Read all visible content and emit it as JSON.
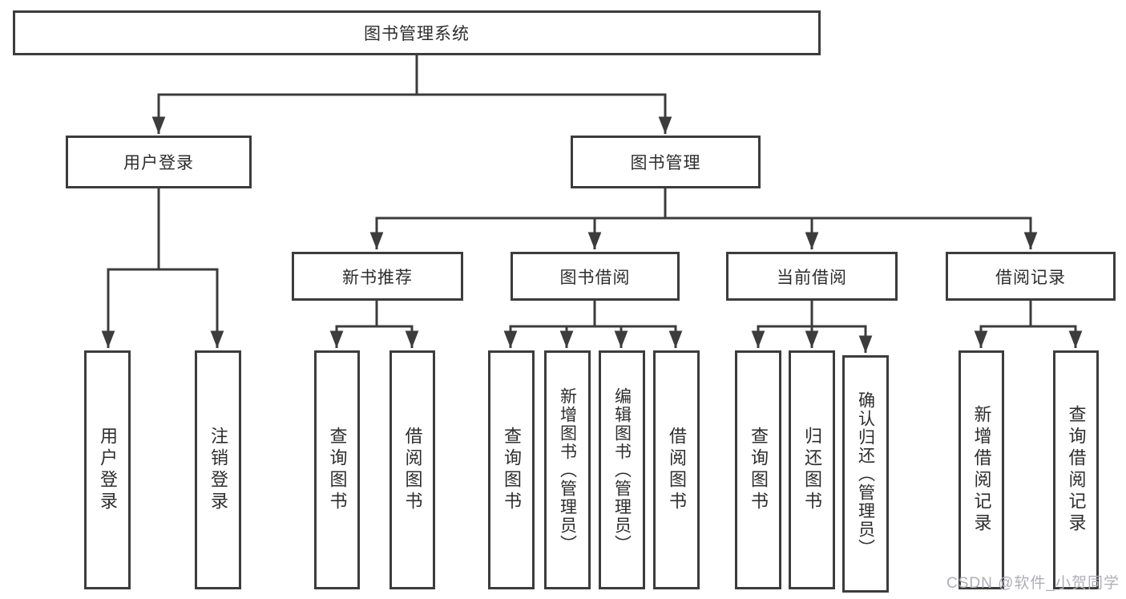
{
  "nodes": {
    "root": "图书管理系统",
    "user_login_group": "用户登录",
    "book_management": "图书管理",
    "new_book_recommend": "新书推荐",
    "book_borrowing": "图书借阅",
    "current_borrowing": "当前借阅",
    "borrowing_records": "借阅记录",
    "user_login": "用户登录",
    "logout": "注销登录",
    "nbr_query_books": "查询图书",
    "nbr_borrow_books": "借阅图书",
    "bb_query_books": "查询图书",
    "bb_add_books": "新增图书（管理员）",
    "bb_edit_books": "编辑图书（管理员）",
    "bb_borrow_books": "借阅图书",
    "cb_query_books": "查询图书",
    "cb_return_books": "归还图书",
    "cb_confirm_return": "确认归还（管理员）",
    "br_add_record": "新增借阅记录",
    "br_query_record": "查询借阅记录"
  },
  "watermark": "CSDN @软件_小贺同学",
  "colors": {
    "line": "#3c3c3c",
    "text": "#2d2d2d",
    "watermark": "#aeaeb6",
    "background": "#ffffff"
  }
}
